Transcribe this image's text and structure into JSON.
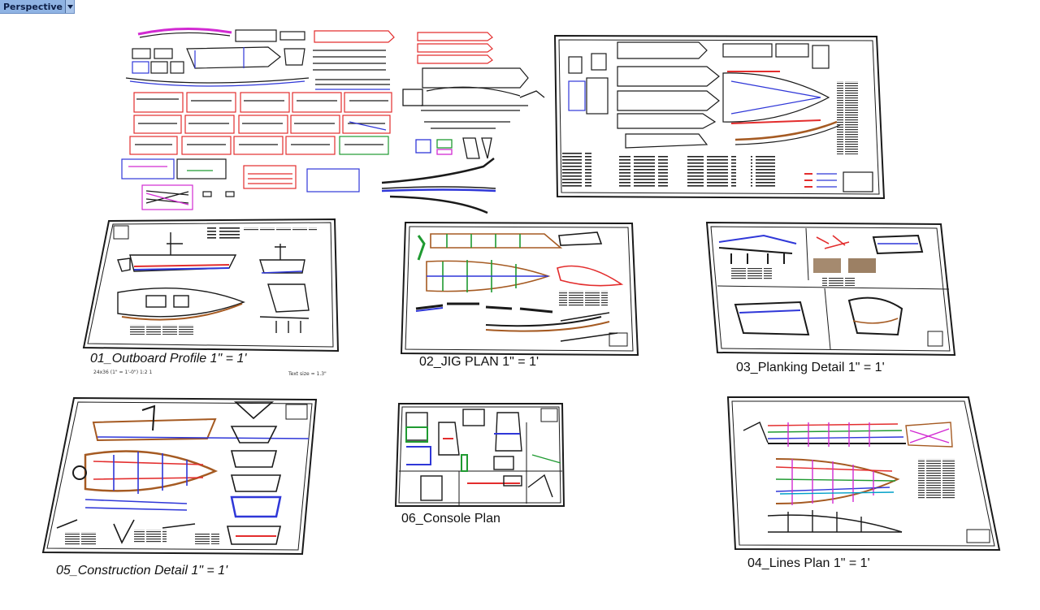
{
  "viewport": {
    "name": "Perspective"
  },
  "sheets": [
    {
      "id": "outboard-profile",
      "caption": "01_Outboard Profile 1\" = 1'"
    },
    {
      "id": "jig-plan",
      "caption": "02_JIG PLAN 1\" = 1'"
    },
    {
      "id": "planking-detail",
      "caption": "03_Planking Detail 1\" = 1'"
    },
    {
      "id": "lines-plan",
      "caption": "04_Lines Plan 1\" = 1'"
    },
    {
      "id": "construction-detail",
      "caption": "05_Construction Detail 1\" = 1'"
    },
    {
      "id": "console-plan",
      "caption": "06_Console Plan"
    }
  ],
  "sheet_notes": {
    "size_note": "24x36 (1\" = 1'-0\") 1:2 1",
    "text_size": "Text size = 1.3\""
  },
  "colors": {
    "red": "#e32d2d",
    "blue": "#2f37d8",
    "green": "#1f9a31",
    "brown": "#a55a22",
    "magenta": "#d22ad2",
    "black": "#1a1a1a",
    "tab": "#8fb3e3"
  }
}
